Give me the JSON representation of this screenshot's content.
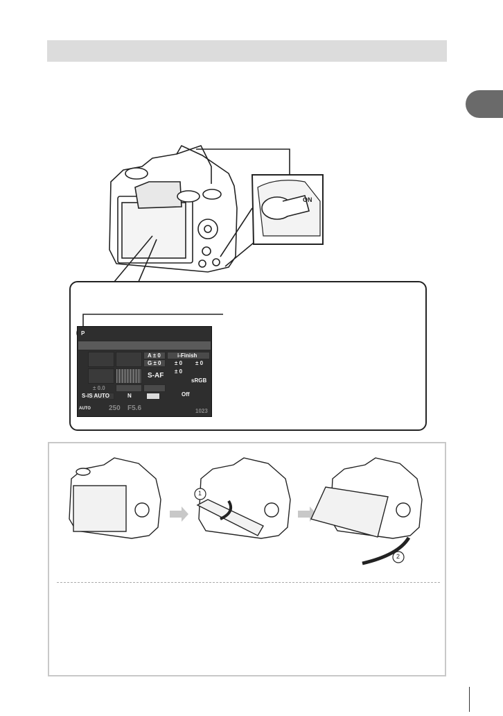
{
  "screen": {
    "mode_badge": "P",
    "row1": [
      "A ± 0",
      "i-Finish"
    ],
    "row2": [
      "G ± 0",
      "± 0",
      "± 0"
    ],
    "row3": [
      "S-AF",
      "± 0"
    ],
    "row4": [
      "sRGB"
    ],
    "flash_comp": "± 0.0",
    "stabilizer": "S-IS AUTO",
    "quality": "N",
    "off": "Off",
    "shutter": "250",
    "aperture": "F5.6",
    "shots": "1023",
    "iso_label": "AUTO"
  },
  "steps": {
    "label_1": "1",
    "label_2": "2"
  }
}
